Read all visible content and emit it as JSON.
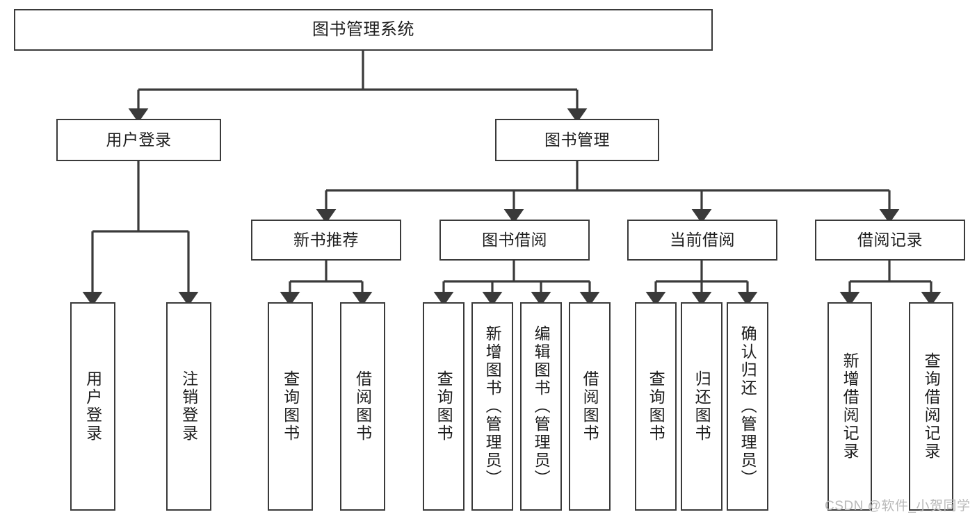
{
  "diagram": {
    "title": "图书管理系统",
    "type": "tree",
    "root": {
      "label": "图书管理系统"
    },
    "level1": [
      {
        "label": "用户登录"
      },
      {
        "label": "图书管理"
      }
    ],
    "level2": [
      {
        "label": "新书推荐"
      },
      {
        "label": "图书借阅"
      },
      {
        "label": "当前借阅"
      },
      {
        "label": "借阅记录"
      }
    ],
    "leaves": {
      "user_login": [
        {
          "label": "用户登录"
        },
        {
          "label": "注销登录"
        }
      ],
      "new_book_recommend": [
        {
          "label": "查询图书"
        },
        {
          "label": "借阅图书"
        }
      ],
      "book_borrow": [
        {
          "label": "查询图书"
        },
        {
          "label": "新增图书（管理员）"
        },
        {
          "label": "编辑图书（管理员）"
        },
        {
          "label": "借阅图书"
        }
      ],
      "current_borrow": [
        {
          "label": "查询图书"
        },
        {
          "label": "归还图书"
        },
        {
          "label": "确认归还（管理员）"
        }
      ],
      "borrow_record": [
        {
          "label": "新增借阅记录"
        },
        {
          "label": "查询借阅记录"
        }
      ]
    }
  },
  "watermark": {
    "text": "CSDN @软件_小贺同学"
  },
  "colors": {
    "stroke": "#3a3a3a",
    "background": "#ffffff",
    "text": "#1c1c1c",
    "watermark": "#b9b9b9"
  }
}
